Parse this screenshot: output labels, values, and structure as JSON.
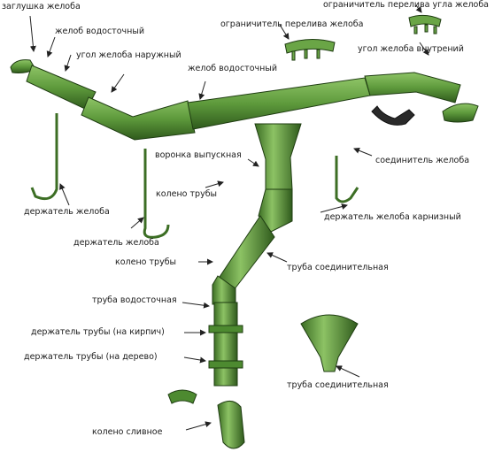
{
  "labels": {
    "gutter_end_cap": "заглушка желоба",
    "gutter_top": "желоб водосточный",
    "outer_corner": "угол желоба наружный",
    "gutter_middle": "желоб водосточный",
    "overflow_limiter": "ограничитель перелива желоба",
    "corner_overflow_limiter": "ограничитель перелива угла желоба",
    "inner_corner": "угол желоба внутрений",
    "gutter_holder_left": "держатель желоба",
    "gutter_holder_center": "держатель желоба",
    "funnel": "воронка выпускная",
    "pipe_elbow_upper": "колено трубы",
    "gutter_connector": "соединитель желоба",
    "eaves_gutter_holder": "держатель желоба карнизный",
    "pipe_elbow_lower": "колено трубы",
    "connecting_pipe_upper": "труба соединительная",
    "downpipe": "труба водосточная",
    "pipe_holder_brick": "держатель трубы (на кирпич)",
    "pipe_holder_wood": "держатель трубы (на дерево)",
    "connecting_pipe_lower": "труба соединительная",
    "drain_elbow": "колено сливное"
  },
  "colors": {
    "part_fill": "#5e9a3c",
    "part_light": "#86bd5c",
    "part_dark": "#2f5a1c",
    "part_outline": "#1f3d12",
    "arrow": "#222222",
    "text": "#1a1a1a"
  }
}
